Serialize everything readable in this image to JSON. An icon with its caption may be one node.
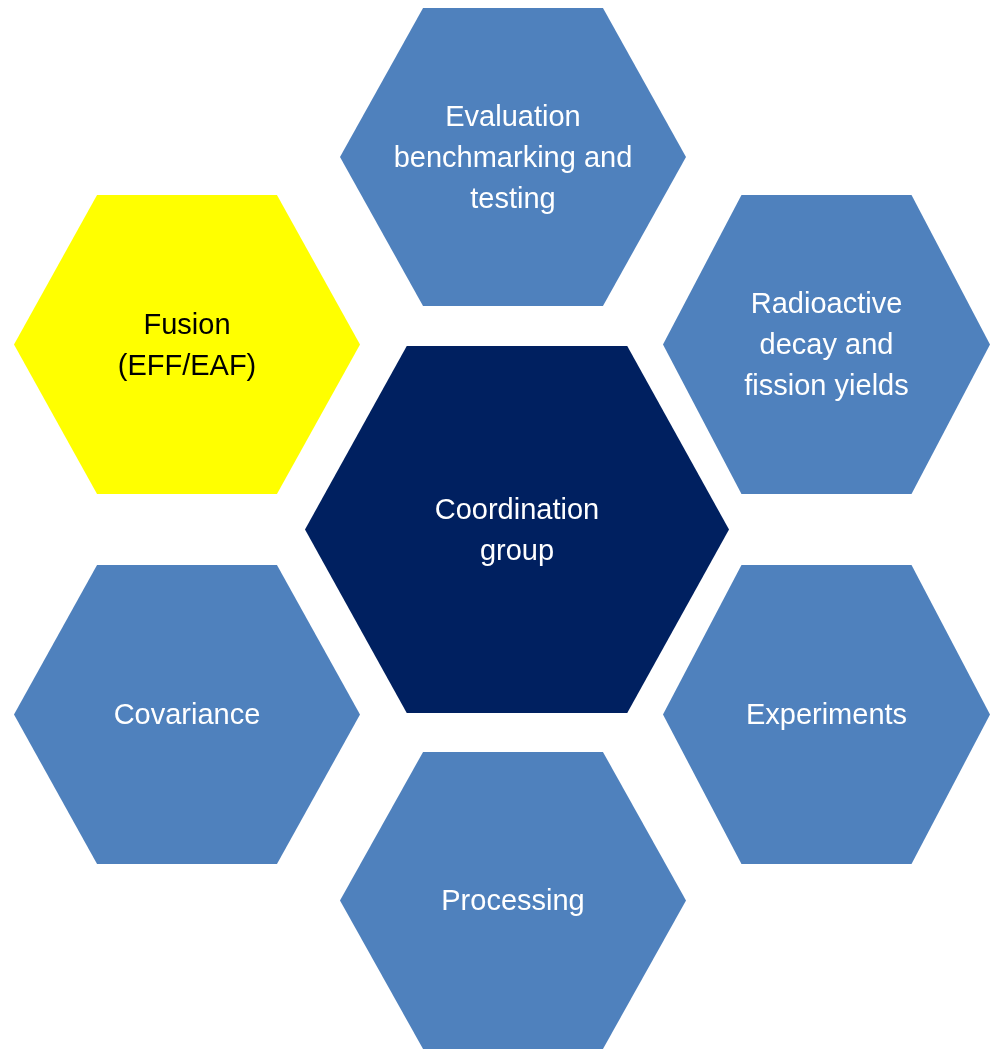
{
  "diagram": {
    "nodes": [
      {
        "text": [
          "Evaluation benchmarking and testing"
        ]
      },
      {
        "text": [
          "Fusion (EFF/EAF)"
        ]
      },
      {
        "text": [
          "Radioactive decay and fission yields"
        ]
      },
      {
        "text": [
          "Coordination group"
        ]
      },
      {
        "text": [
          "Covariance"
        ]
      },
      {
        "text": [
          "Experiments"
        ]
      },
      {
        "text": [
          "Processing"
        ]
      }
    ]
  }
}
